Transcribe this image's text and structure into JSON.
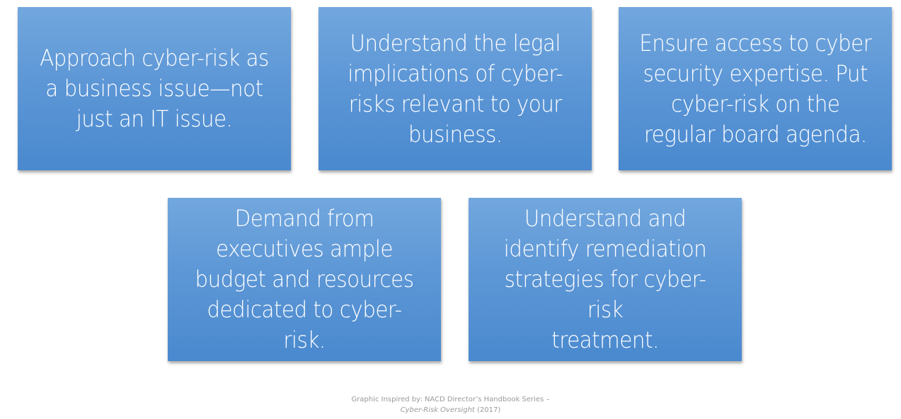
{
  "diagram": {
    "boxes": [
      {
        "id": "business-issue",
        "lines": "Approach cyber-risk as\na business issue—not\njust an IT issue."
      },
      {
        "id": "legal-implications",
        "lines": "Understand the legal\nimplications of cyber-\nrisks relevant to your\nbusiness."
      },
      {
        "id": "security-expertise",
        "lines": "Ensure access to cyber\nsecurity expertise. Put\ncyber-risk on the\nregular board agenda."
      },
      {
        "id": "budget-resources",
        "lines": "Demand from\nexecutives ample\nbudget and resources\ndedicated to cyber-risk."
      },
      {
        "id": "remediation-strategies",
        "lines": "Understand and\nidentify remediation\nstrategies for cyber-risk\ntreatment."
      }
    ],
    "colors": {
      "box_top": "#72a7de",
      "box_bottom": "#4a89cf",
      "box_text": "#ffffff",
      "footer_text": "#9a9a9a"
    }
  },
  "footer": {
    "line1": "Graphic Inspired by: NACD  Director’s Handbook Series –",
    "title_italic": "Cyber-Risk Oversight",
    "year": " (2017)"
  }
}
